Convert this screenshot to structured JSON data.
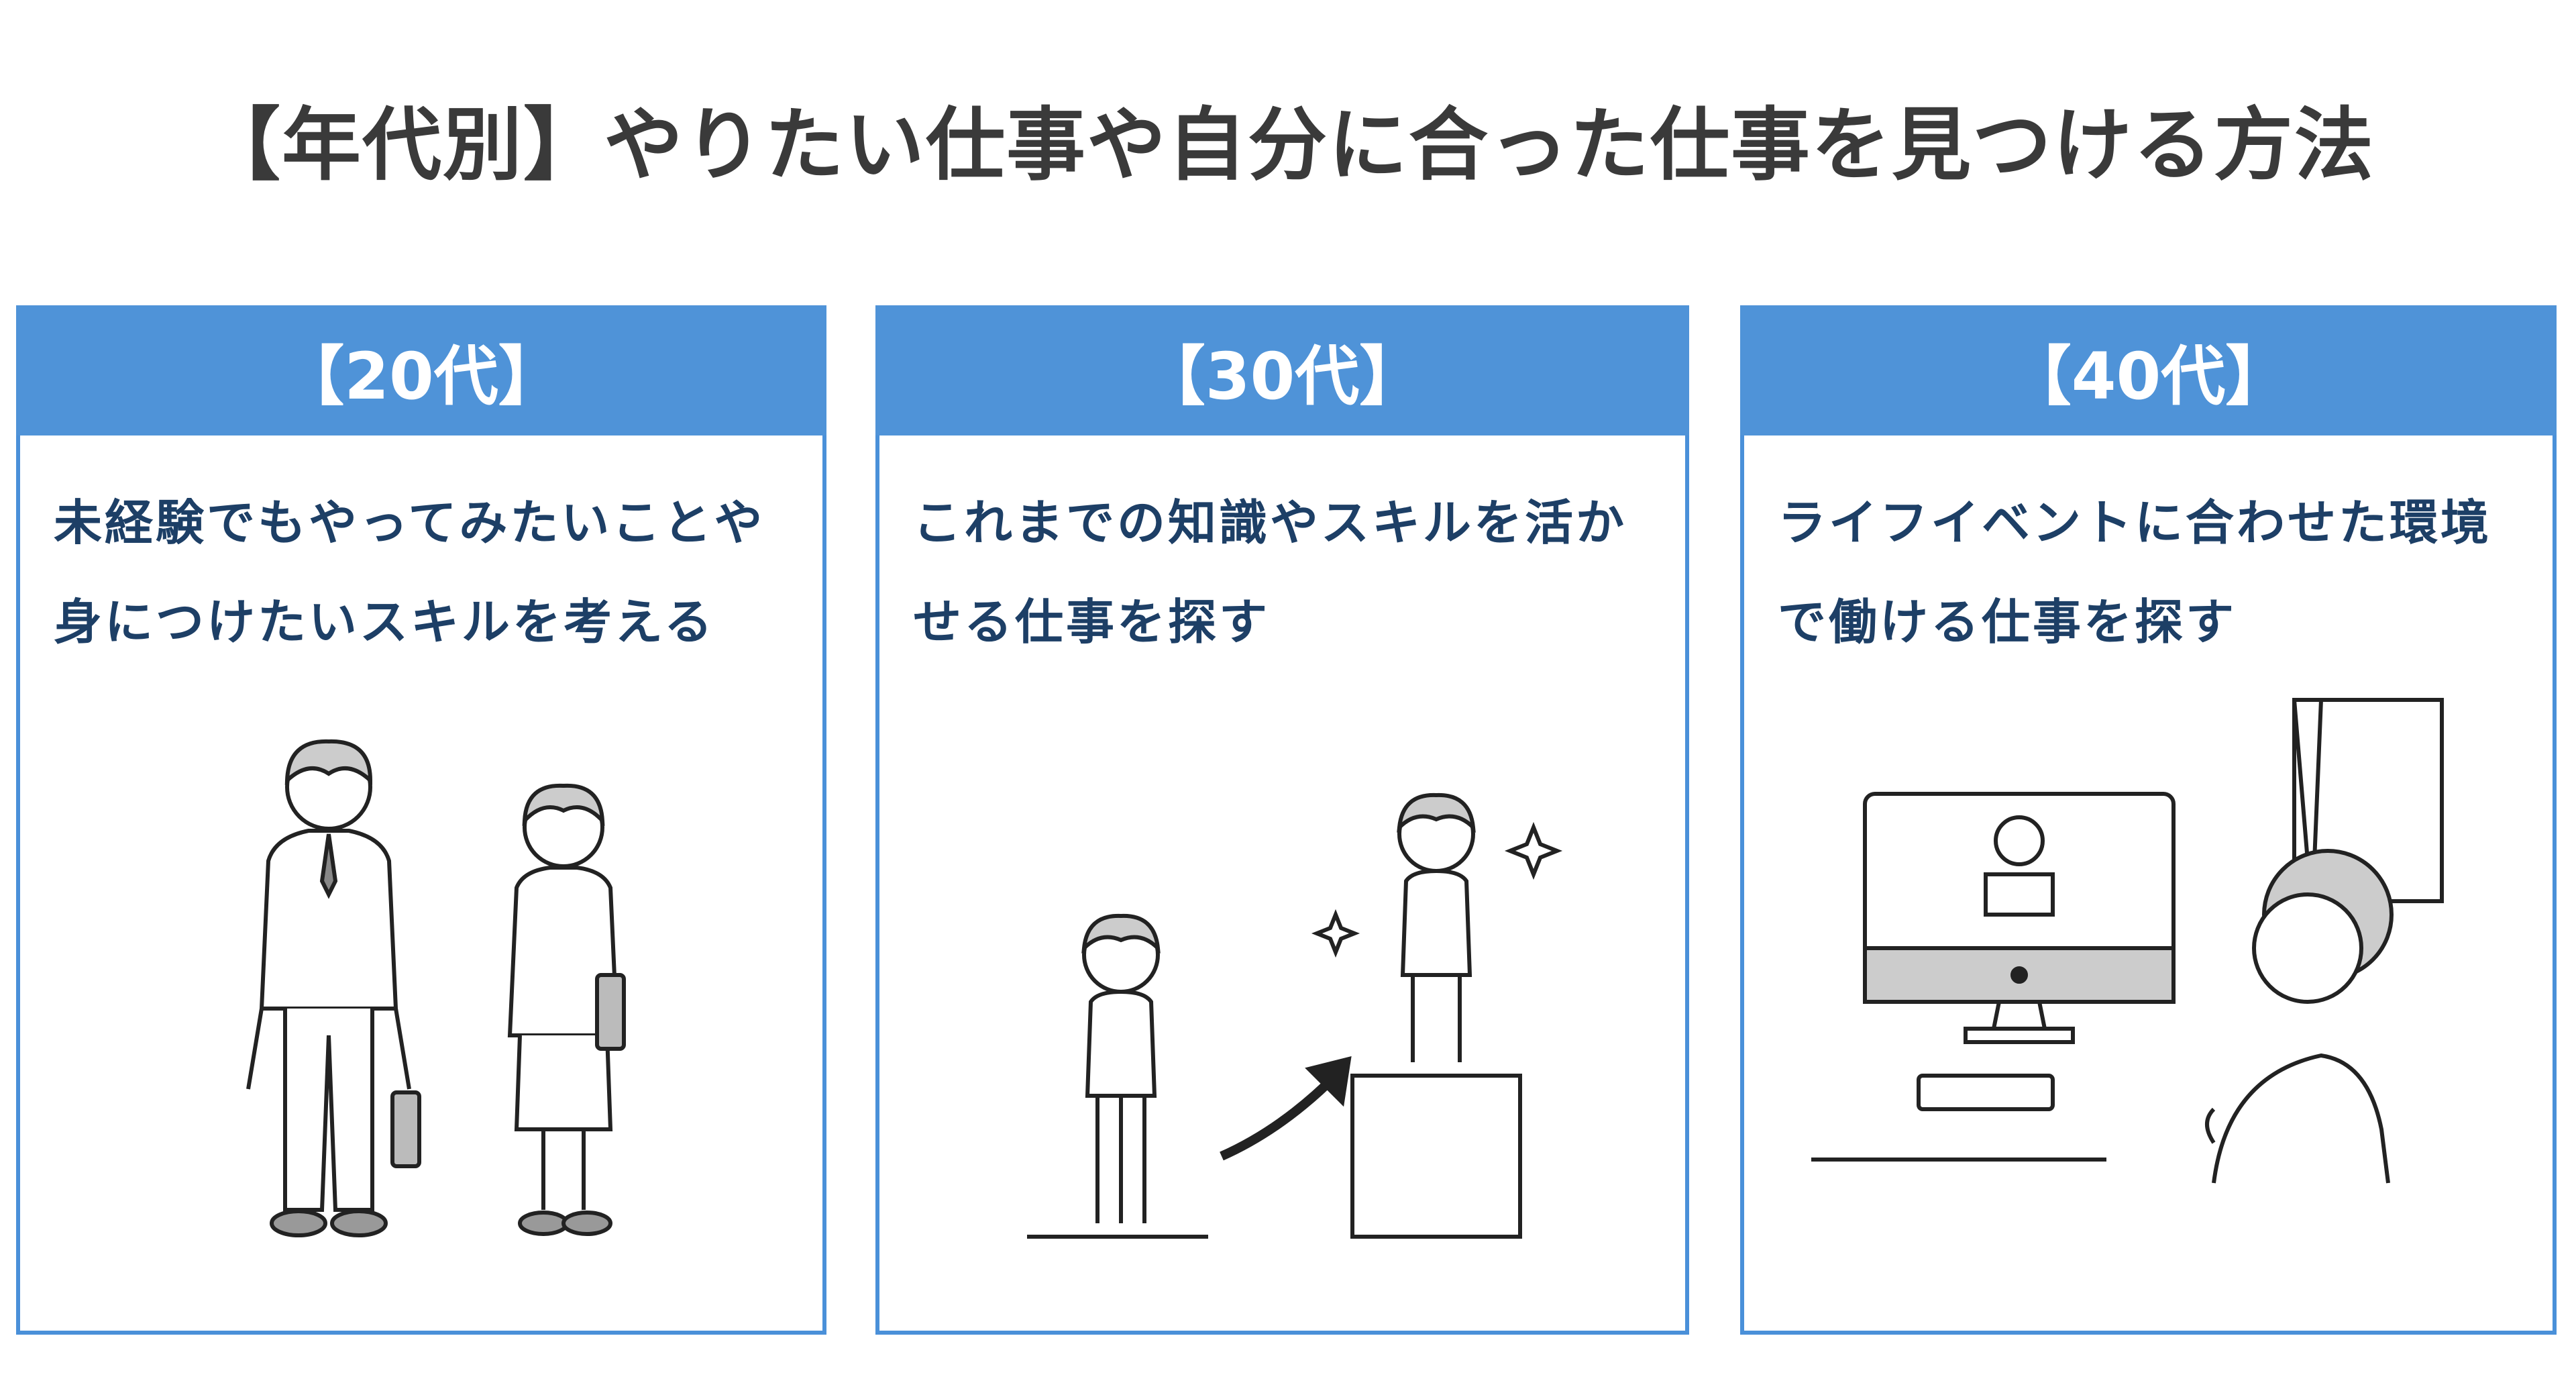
{
  "title": "【年代別】やりたい仕事や自分に合った仕事を見つける方法",
  "cards": [
    {
      "header": "【20代】",
      "text": "未経験でもやってみたいことや身につけたいスキルを考える",
      "illustration": "business-man-and-woman-icon"
    },
    {
      "header": "【30代】",
      "text": "これまでの知識やスキルを活かせる仕事を探す",
      "illustration": "career-step-up-icon"
    },
    {
      "header": "【40代】",
      "text": "ライフイベントに合わせた環境で働ける仕事を探す",
      "illustration": "remote-work-icon"
    }
  ],
  "colors": {
    "header_bg": "#4f93d8",
    "border": "#4a90d9",
    "text": "#1d3f66",
    "title": "#3a3a3a"
  }
}
